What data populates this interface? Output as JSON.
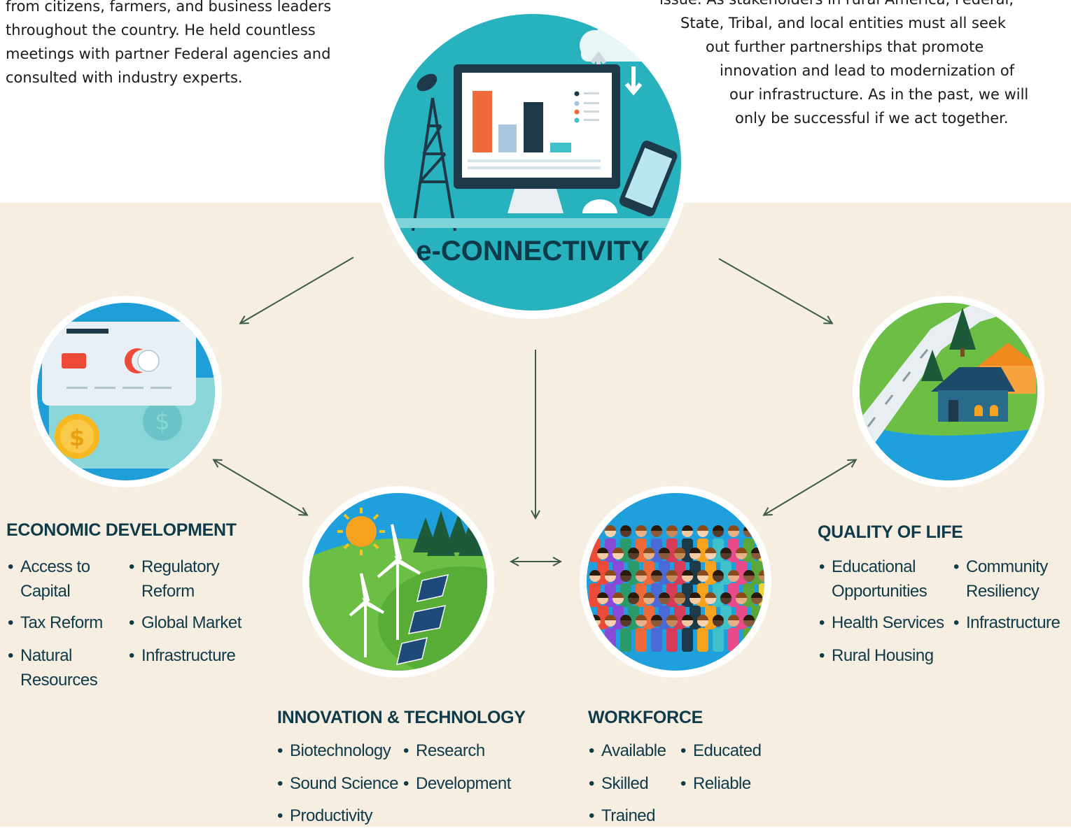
{
  "intro_left": {
    "lines": [
      "from citizens, farmers, and business leaders",
      "throughout the country. He held countless",
      "meetings with partner Federal agencies and",
      "consulted with industry experts."
    ]
  },
  "intro_right": {
    "lines": [
      "issue. As stakeholders in rural America, Federal,",
      "State, Tribal, and local entities must all seek",
      "out further partnerships that promote",
      "innovation and lead to modernization of",
      "our infrastructure. As in the past, we will",
      "only be successful if we act together."
    ]
  },
  "center": {
    "label": "e-CONNECTIVITY"
  },
  "economic": {
    "heading": "ECONOMIC DEVELOPMENT",
    "col1": [
      "Access to\nCapital",
      "Tax Reform",
      "Natural\nResources"
    ],
    "col2": [
      "Regulatory\nReform",
      "Global Market",
      "Infrastructure"
    ]
  },
  "innovation": {
    "heading": "INNOVATION & TECHNOLOGY",
    "col1": [
      "Biotechnology",
      "Sound Science",
      "Productivity"
    ],
    "col2": [
      "Research",
      "Development"
    ]
  },
  "workforce": {
    "heading": "WORKFORCE",
    "col1": [
      "Available",
      "Skilled",
      "Trained"
    ],
    "col2": [
      "Educated",
      "Reliable"
    ]
  },
  "quality": {
    "heading": "QUALITY OF LIFE",
    "col1": [
      "Educational\nOpportunities",
      "Health Services",
      "Rural Housing"
    ],
    "col2": [
      "Community\nResiliency",
      "Infrastructure"
    ]
  },
  "colors": {
    "heading": "#0f3a4a",
    "arrow": "#3d5a4a",
    "background": "#f6eee0",
    "teal": "#27b2bd"
  }
}
